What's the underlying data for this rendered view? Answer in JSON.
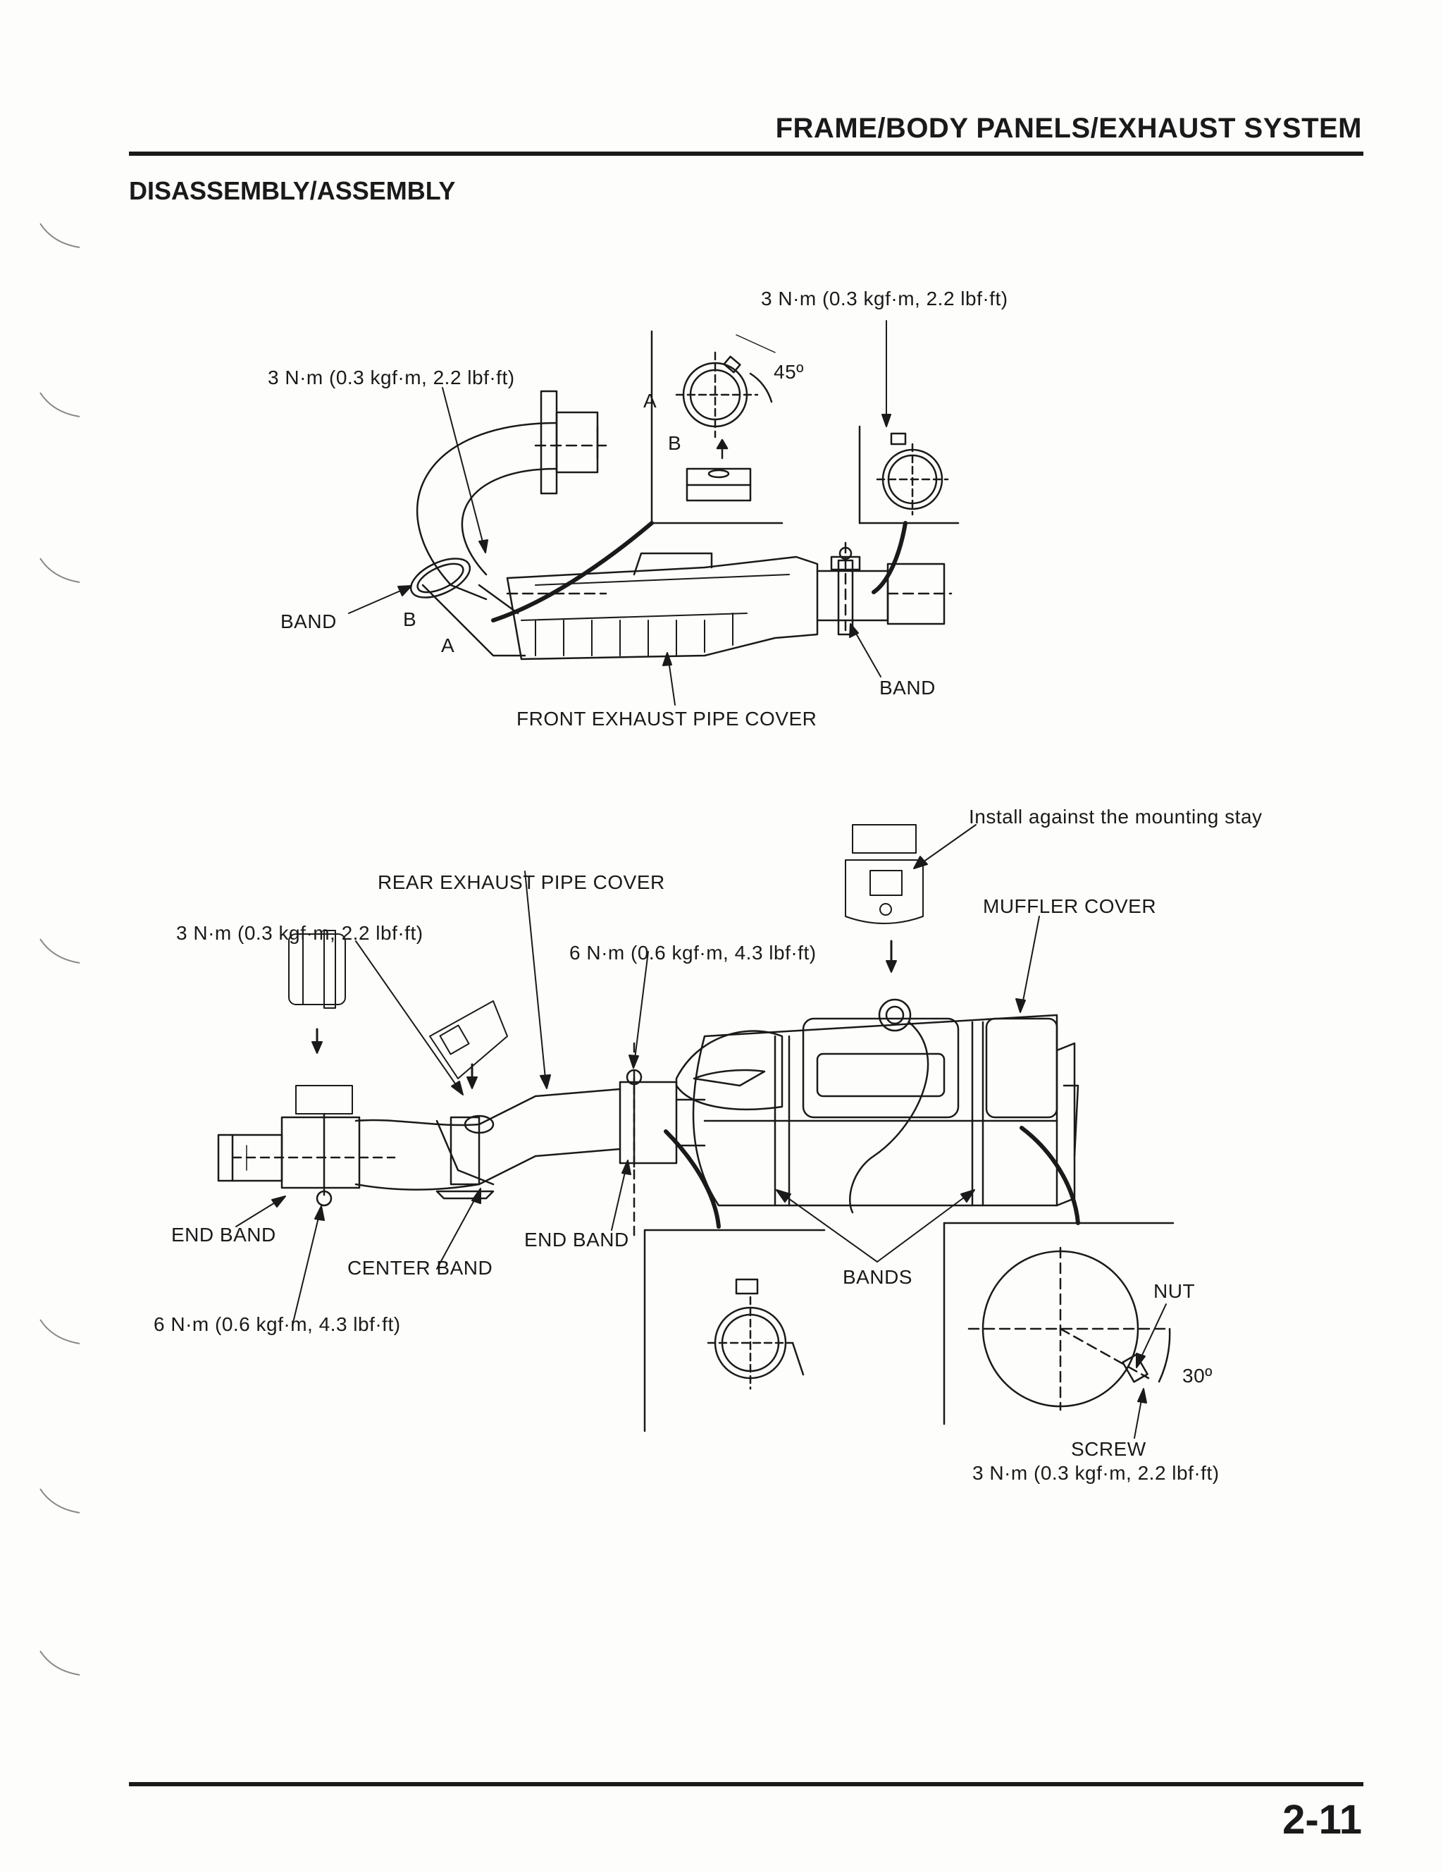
{
  "header": {
    "title": "FRAME/BODY PANELS/EXHAUST SYSTEM",
    "section": "DISASSEMBLY/ASSEMBLY"
  },
  "front_diagram": {
    "torque_top_right": "3 N·m (0.3 kgf·m, 2.2 lbf·ft)",
    "torque_left": "3 N·m (0.3 kgf·m, 2.2 lbf·ft)",
    "angle": "45º",
    "point_a": "A",
    "point_b": "B",
    "band_left": "BAND",
    "band_right": "BAND",
    "pipe_cover": "FRONT EXHAUST PIPE COVER",
    "marker_a": "A",
    "marker_b": "B"
  },
  "rear_diagram": {
    "install_note": "Install against the mounting stay",
    "rear_pipe_cover": "REAR EXHAUST PIPE COVER",
    "muffler_cover": "MUFFLER COVER",
    "torque_left": "3 N·m (0.3 kgf·m, 2.2 lbf·ft)",
    "torque_center": "6 N·m (0.6 kgf·m, 4.3 lbf·ft)",
    "end_band_left": "END BAND",
    "center_band": "CENTER BAND",
    "end_band_right": "END BAND",
    "bands": "BANDS",
    "torque_bottom_left": "6 N·m (0.6 kgf·m, 4.3 lbf·ft)",
    "nut": "NUT",
    "angle": "30º",
    "screw": "SCREW",
    "screw_torque": "3 N·m (0.3 kgf·m, 2.2 lbf·ft)"
  },
  "footer": {
    "page_number": "2-11"
  }
}
